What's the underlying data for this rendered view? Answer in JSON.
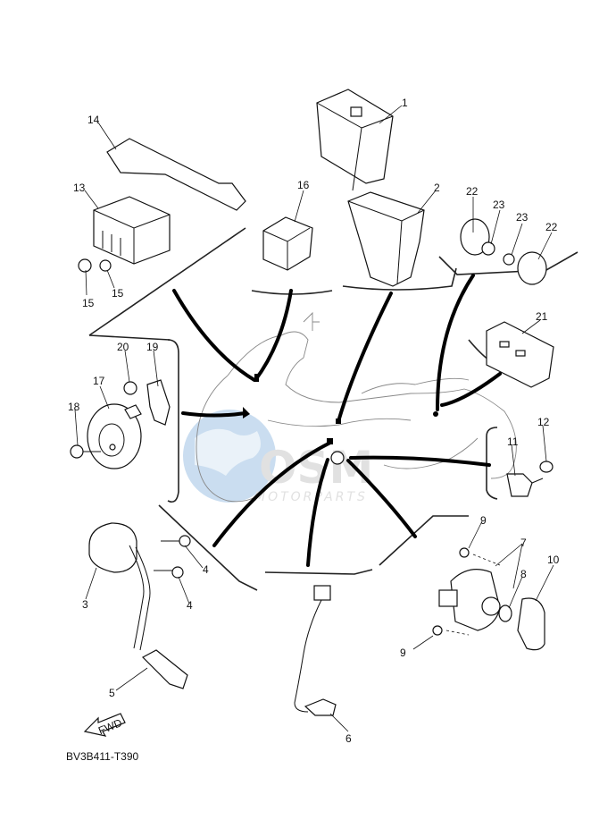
{
  "diagram": {
    "drawing_code": "BV3B411-T390",
    "direction_arrow": "FWD",
    "watermark": {
      "brand": "OSM",
      "sub": "MOTORPARTS"
    },
    "callouts": [
      "1",
      "2",
      "3",
      "4",
      "4",
      "5",
      "6",
      "7",
      "8",
      "9",
      "9",
      "10",
      "11",
      "12",
      "13",
      "14",
      "15",
      "15",
      "16",
      "17",
      "18",
      "19",
      "20",
      "21",
      "22",
      "22",
      "23",
      "23"
    ]
  }
}
